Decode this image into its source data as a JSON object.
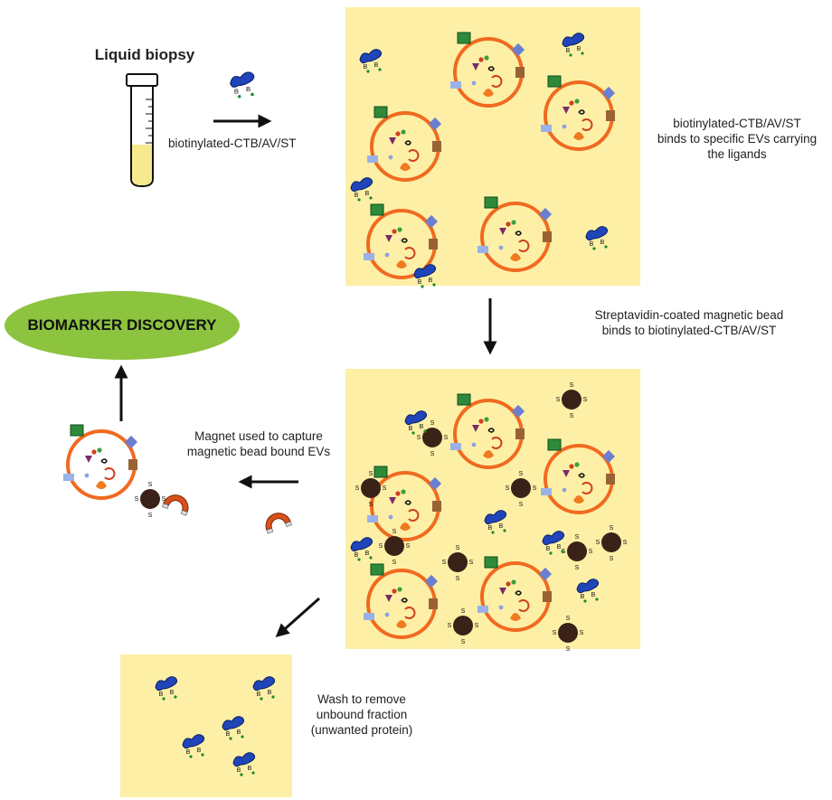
{
  "title": "Liquid biopsy",
  "reagent_label": "biotinylated-CTB/AV/ST",
  "binding_label": [
    "biotinylated-CTB/AV/ST",
    "binds to specific EVs carrying",
    "the ligands"
  ],
  "streptavidin_label": [
    "Streptavidin-coated magnetic bead",
    "binds to biotinylated-CTB/AV/ST"
  ],
  "magnet_label": [
    "Magnet used to capture",
    "magnetic bead bound EVs"
  ],
  "wash_label": [
    "Wash to remove",
    "unbound fraction",
    "(unwanted protein)"
  ],
  "outcome_label": "BIOMARKER DISCOVERY",
  "marks": {
    "biotin": "B",
    "streptavidin": "S"
  },
  "colors": {
    "panel": "#fdf0a6",
    "ev_membrane": "#f06a20",
    "protein": "#1f45b8",
    "bead": "#3a2218",
    "ellipse": "#8cc33f",
    "magnet": "#d9501a",
    "tube_fill": "#f7e98e"
  }
}
